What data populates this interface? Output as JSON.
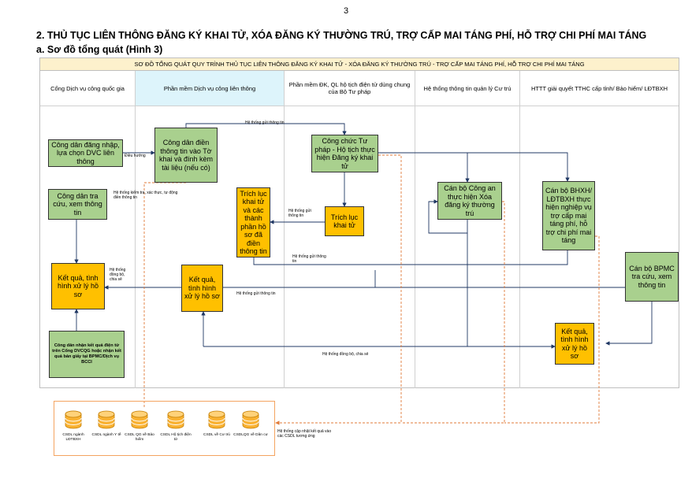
{
  "page_number": "3",
  "heading": "2.  THỦ TỤC LIÊN THÔNG ĐĂNG KÝ KHAI TỬ, XÓA ĐĂNG KÝ THƯỜNG TRÚ, TRỢ CẤP MAI TÁNG PHÍ, HỖ TRỢ CHI PHÍ MAI TÁNG",
  "subheading": "a.  Sơ đồ tổng quát (Hình 3)",
  "diagram_title": "SƠ ĐỒ TỔNG QUÁT QUY TRÌNH THỦ TỤC LIÊN THÔNG ĐĂNG KÝ KHAI TỬ - XÓA ĐĂNG KÝ THƯỜNG TRÚ - TRỢ CẤP MAI TÁNG PHÍ, HỖ TRỢ CHI PHÍ MAI TÁNG",
  "lanes": [
    "Cổng Dịch vụ công quốc gia",
    "Phần mềm Dịch vụ công liên thông",
    "Phần mềm ĐK, QL hộ tịch điện tử dùng chung của Bộ Tư pháp",
    "Hệ thống thông tin quản lý Cư trú",
    "HTTT giải quyết TTHC cấp tỉnh/ Bảo hiểm/ LĐTBXH"
  ],
  "nodes": {
    "citizen_login": "Công dân đăng nhập, lựa chọn DVC liên thông",
    "citizen_lookup": "Công dân tra cứu, xem thông tin",
    "result_portal": "Kết quả, tình hình xử lý hồ sơ",
    "citizen_receive": "Công dân nhận kết quả điện tử trên Cổng DVCQG hoặc nhận kết quả bản giấy tại BPMC/Dịch vụ BCCI",
    "citizen_fill": "Công dân điền thông tin vào Tờ khai và đính kèm tài liệu (nếu có)",
    "extract_info": "Trích lục khai tử và các thành phần hồ sơ đã điền thông tin",
    "result_lienthong": "Kết quả, tình hình xử lý hồ sơ",
    "justice_officer": "Công chức Tư pháp - Hộ tịch thực hiện Đăng ký khai tử",
    "death_extract": "Trích lục khai tử",
    "police_officer": "Cán bộ Công an thực hiện Xóa đăng ký thường trú",
    "bhxh_officer": "Cán bộ BHXH/ LĐTBXH thực hiện nghiệp vụ trợ cấp mai táng phí, hỗ trợ chi phí mai táng",
    "bpmc_officer": "Cán bộ BPMC tra cứu, xem thông tin",
    "result_province": "Kết quả, tình hình xử lý hồ sơ"
  },
  "edge_labels": {
    "send_info_top": "Hệ thống gửi thông tin",
    "redirect": "Điều hướng",
    "auto_check": "Hệ thống kiểm tra, xác thực, tự động điền thông tin",
    "send_info_mid": "Hệ thống gửi thông tin",
    "send_info_low": "Hệ thống gửi thông tin",
    "sync_left": "Hệ thống đồng bộ, chia sẻ",
    "send_info_bottom": "Hệ thống gửi thông tin",
    "sync_bottom": "Hệ thống đồng bộ, chia sẻ",
    "update_db": "Hệ thống cập nhật kết quả vào các CSDL tương ứng"
  },
  "databases": [
    "CSDL ngành LĐTBXH",
    "CSDL ngành Y tế",
    "CSDL QG về Bảo hiểm",
    "CSDL Hộ tịch điện tử",
    "CSDL về Cư trú",
    "CSDLQG về Dân cư"
  ],
  "colors": {
    "task_green": "#a9d08e",
    "result_orange": "#ffc000",
    "lane_highlight": "#ddf4fb",
    "banner": "#fdf1cc",
    "dashed_flow": "#e07b39",
    "arrow": "#203864"
  }
}
